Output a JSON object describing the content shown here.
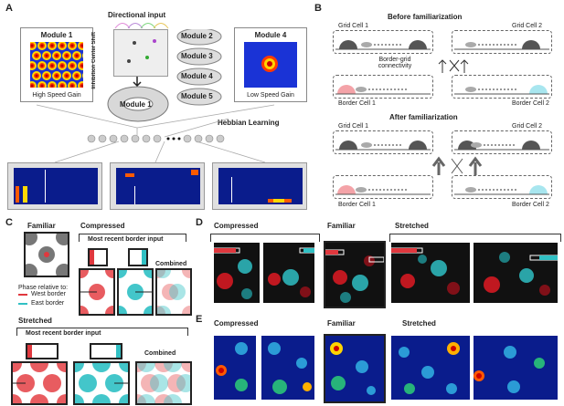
{
  "panels": {
    "A": "A",
    "B": "B",
    "C": "C",
    "D": "D",
    "E": "E"
  },
  "panelA": {
    "directional_input": "Directional input",
    "inhibition_center_shift": "Inhibition Center Shift",
    "module1_title": "Module 1",
    "module1_caption": "High Speed Gain",
    "module4_title": "Module 4",
    "module4_caption": "Low Speed Gain",
    "ring_modules": [
      "Module 2",
      "Module 3",
      "Module 4",
      "Module 5"
    ],
    "central_module": "Module 1",
    "hebbian": "Hebbian Learning"
  },
  "panelB": {
    "before": "Before familiarization",
    "after": "After familiarization",
    "grid1": "Grid Cell 1",
    "grid2": "Grid Cell 2",
    "border1": "Border Cell 1",
    "border2": "Border Cell 2",
    "connectivity": "Border-grid connectivity"
  },
  "panelC": {
    "familiar": "Familiar",
    "compressed": "Compressed",
    "stretched": "Stretched",
    "most_recent": "Most recent border input",
    "combined": "Combined",
    "phase_relative": "Phase relative to:",
    "west": "West border",
    "east": "East border",
    "colors": {
      "west": "#e0383e",
      "east": "#31c0c4",
      "grid": "#888888"
    }
  },
  "panelD": {
    "compressed": "Compressed",
    "familiar": "Familiar",
    "stretched": "Stretched"
  },
  "panelE": {
    "compressed": "Compressed",
    "familiar": "Familiar",
    "stretched": "Stretched"
  }
}
